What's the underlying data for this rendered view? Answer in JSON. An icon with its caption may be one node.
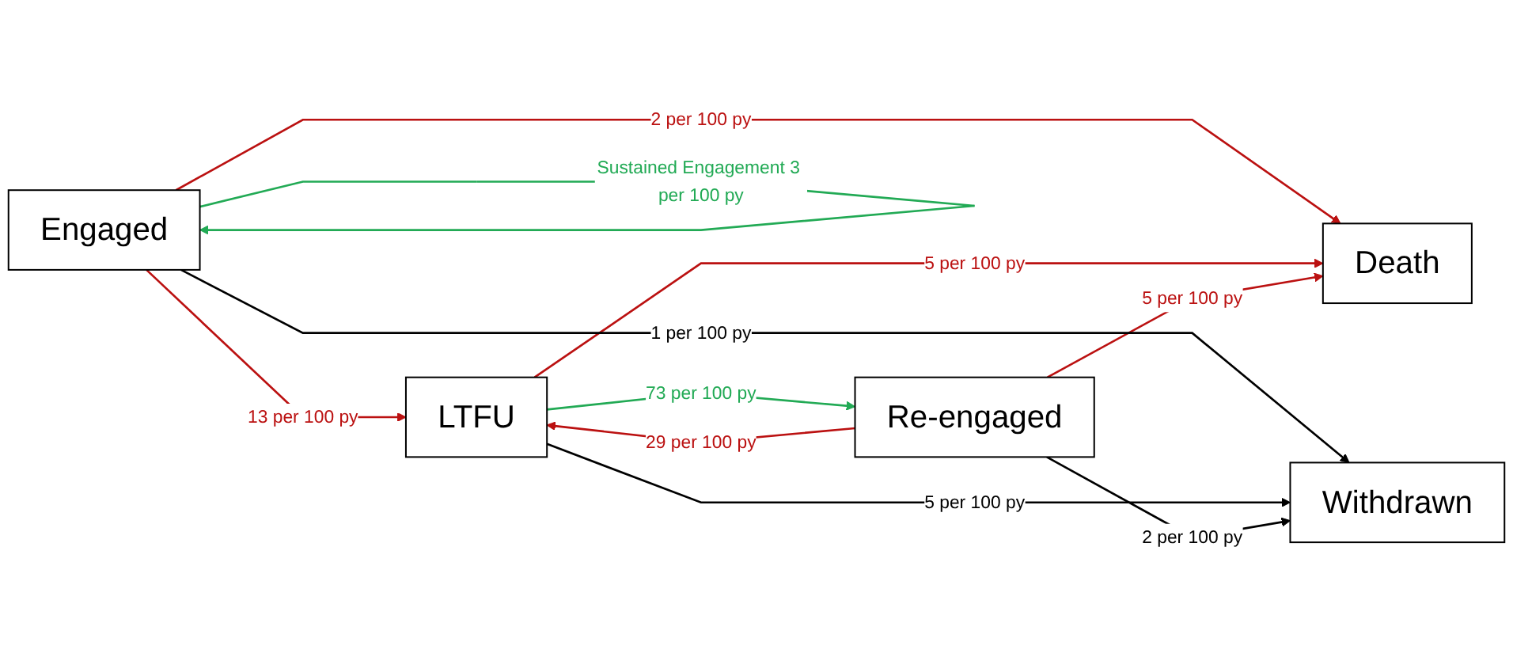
{
  "diagram": {
    "nodes": [
      {
        "text": [
          "Death"
        ]
      },
      {
        "text": [
          "Engaged"
        ]
      },
      {
        "text": [
          "LTFU"
        ]
      },
      {
        "text": [
          "Re-engaged"
        ]
      },
      {
        "text": [
          "Withdrawn"
        ]
      }
    ],
    "edges": [
      {
        "from": 1,
        "to": 1,
        "arrow": "to",
        "label": "Sustained Engagement 3 per 100 py",
        "color": "#22aa55"
      },
      {
        "from": 1,
        "to": 0,
        "arrow": "to",
        "label": "2 per 100 py"
      },
      {
        "from": 1,
        "to": 2,
        "arrow": "to",
        "label": "13 per 100 py"
      },
      {
        "from": 2,
        "to": 0,
        "arrow": "to",
        "label": "5 per 100 py"
      },
      {
        "from": 3,
        "to": 0,
        "arrow": "to",
        "label": "5 per 100 py"
      },
      {
        "from": 2,
        "to": 3,
        "arrow": "to",
        "label": "73 per 100 py",
        "color": "#22aa55"
      },
      {
        "from": 3,
        "to": 2,
        "arrow": "to",
        "label": "29 per 100 py"
      },
      {
        "from": 1,
        "to": 4,
        "arrow": "to",
        "label": "1 per 100 py",
        "color": "#000000"
      },
      {
        "from": 2,
        "to": 4,
        "arrow": "to",
        "label": "5 per 100 py",
        "color": "#000000"
      },
      {
        "from": 3,
        "to": 4,
        "arrow": "to",
        "label": "2 per 100 py",
        "color": "#000000"
      }
    ]
  }
}
